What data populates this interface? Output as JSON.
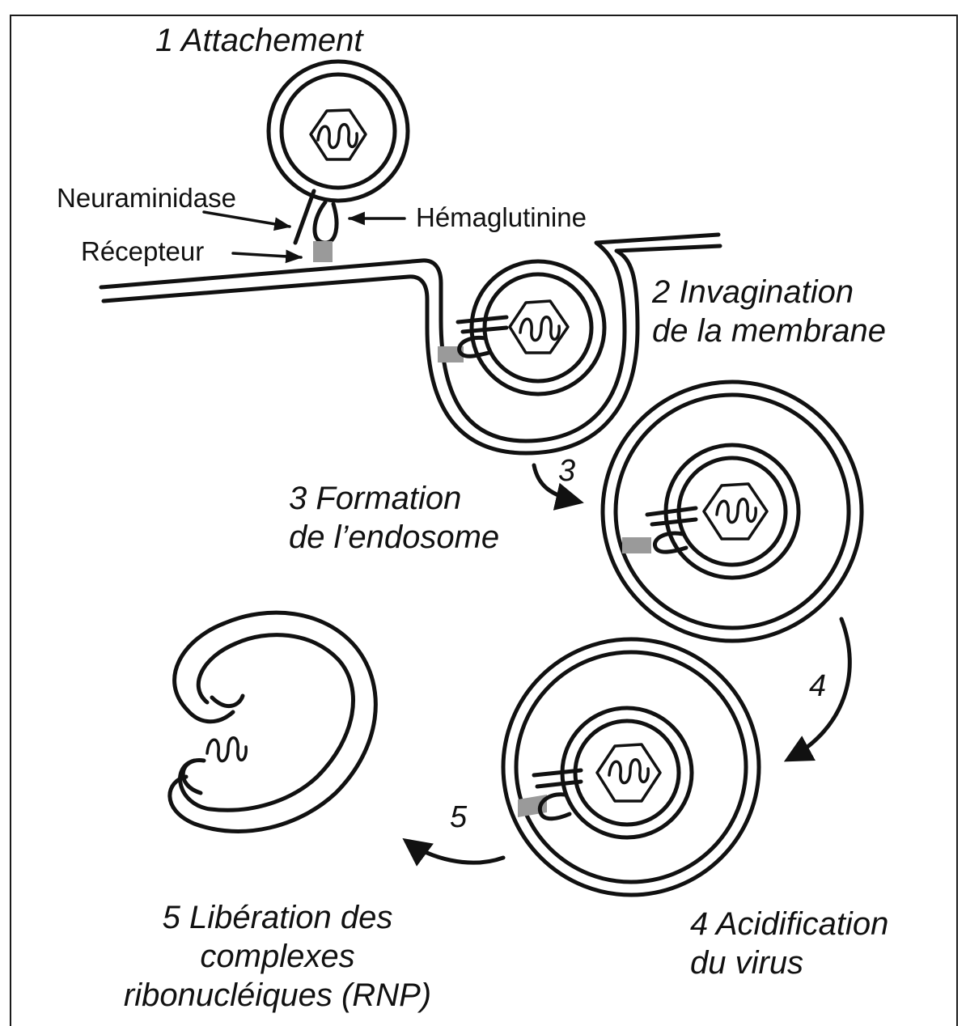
{
  "steps": {
    "attachment": "1 Attachement",
    "invagination": [
      "2 Invagination",
      "de la membrane"
    ],
    "endosome": [
      "3 Formation",
      "de l’endosome"
    ],
    "acidification": [
      "4 Acidification",
      "du virus"
    ],
    "release": [
      "5 Libération des",
      "complexes",
      "ribonucléiques (RNP)"
    ]
  },
  "parts": {
    "neuraminidase": "Neuraminidase",
    "hemagglutinin": "Hémaglutinine",
    "receptor": "Récepteur"
  },
  "arrow_numbers": {
    "three": "3",
    "four": "4",
    "five": "5"
  },
  "colors": {
    "ink": "#111111",
    "receptor": "#9a9a9a"
  }
}
